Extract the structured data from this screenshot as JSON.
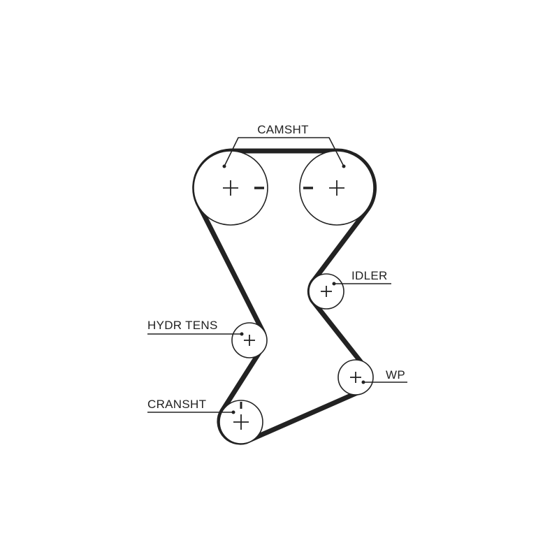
{
  "labels": {
    "camshaft": "CAMSHT",
    "idler": "IDLER",
    "hydraulic_tensioner": "HYDR TENS",
    "water_pump": "WP",
    "crankshaft": "CRANSHT"
  },
  "colors": {
    "belt": "#222222",
    "line": "#222222",
    "background": "#ffffff"
  }
}
